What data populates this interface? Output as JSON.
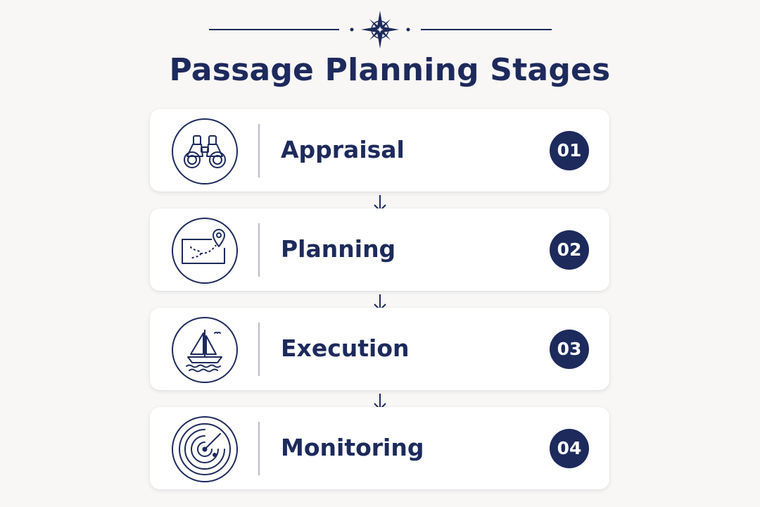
{
  "title": "Passage Planning Stages",
  "colors": {
    "navy": "#1d2a5c",
    "background": "#f8f7f5",
    "card": "#ffffff"
  },
  "stages": [
    {
      "label": "Appraisal",
      "number": "01",
      "icon": "binoculars-icon"
    },
    {
      "label": "Planning",
      "number": "02",
      "icon": "route-map-icon"
    },
    {
      "label": "Execution",
      "number": "03",
      "icon": "sailboat-icon"
    },
    {
      "label": "Monitoring",
      "number": "04",
      "icon": "radar-icon"
    }
  ]
}
